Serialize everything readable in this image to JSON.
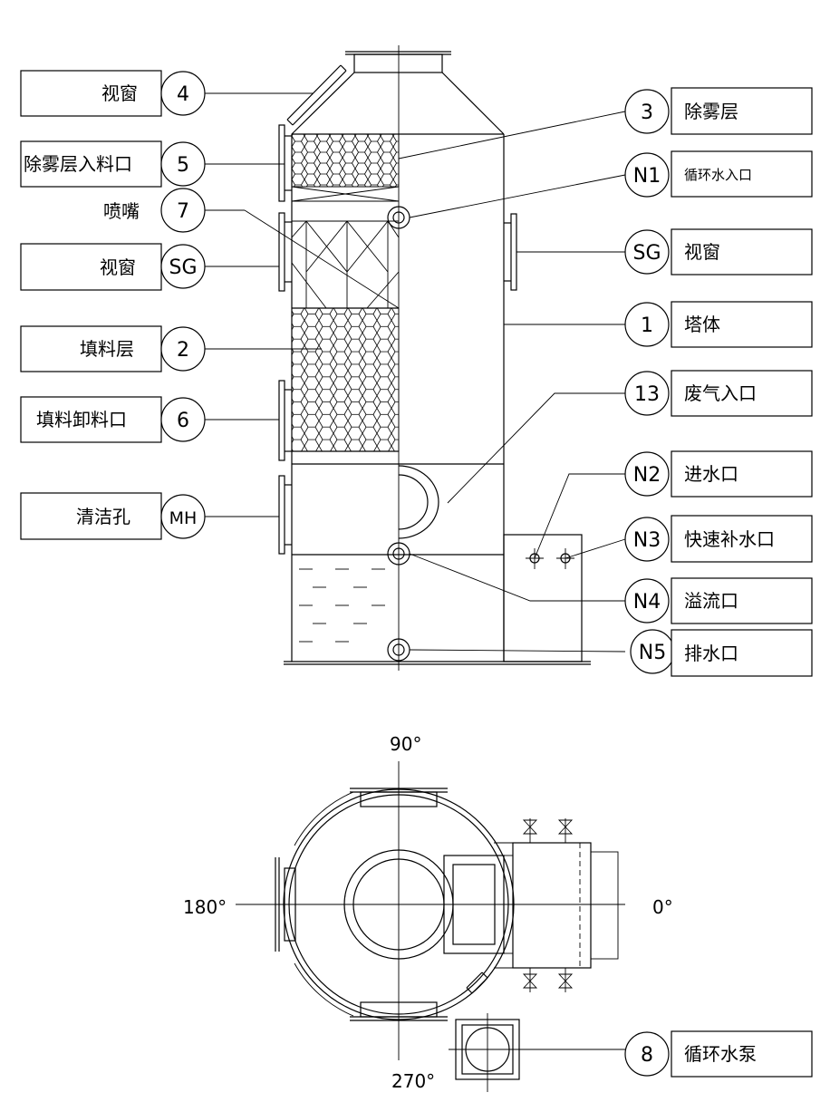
{
  "callouts": {
    "c4": {
      "num": "4",
      "label": "视窗"
    },
    "c5": {
      "num": "5",
      "label": "除雾层入料口"
    },
    "c7": {
      "num": "7",
      "label": "喷嘴"
    },
    "csg_left": {
      "num": "SG",
      "label": "视窗"
    },
    "c2": {
      "num": "2",
      "label": "填料层"
    },
    "c6": {
      "num": "6",
      "label": "填料卸料口"
    },
    "cmh": {
      "num": "MH",
      "label": "清洁孔"
    },
    "c3": {
      "num": "3",
      "label": "除雾层"
    },
    "cn1": {
      "num": "N1",
      "label": "循环水入口"
    },
    "csg_right": {
      "num": "SG",
      "label": "视窗"
    },
    "c1": {
      "num": "1",
      "label": "塔体"
    },
    "c13": {
      "num": "13",
      "label": "废气入口"
    },
    "cn2": {
      "num": "N2",
      "label": "进水口"
    },
    "cn3": {
      "num": "N3",
      "label": "快速补水口"
    },
    "cn4": {
      "num": "N4",
      "label": "溢流口"
    },
    "cn5": {
      "num": "N5",
      "label": "排水口"
    },
    "c8": {
      "num": "8",
      "label": "循环水泵"
    }
  },
  "angles": {
    "a90": "90°",
    "a180": "180°",
    "a0": "0°",
    "a270": "270°"
  }
}
